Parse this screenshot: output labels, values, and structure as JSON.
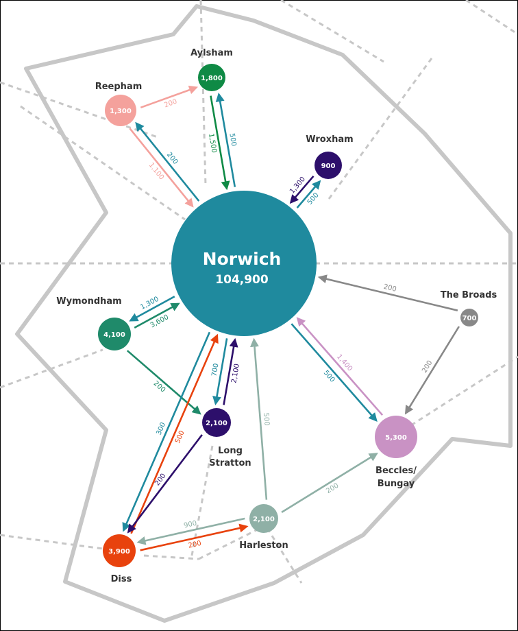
{
  "colors": {
    "norwich": "#1f8a9e",
    "reepham": "#f4a19c",
    "aylsham": "#0f8a45",
    "wroxham": "#2d0f6b",
    "wymondham": "#1f8a6a",
    "long_stratton": "#2d0f6b",
    "diss": "#e8420d",
    "harleston": "#8fb0a6",
    "beccles": "#c992c4",
    "broads": "#888888",
    "boundary": "#c7c7c7",
    "dashed": "#c7c7c7"
  },
  "hub": {
    "name": "Norwich",
    "value": "104,900"
  },
  "places": {
    "reepham": {
      "name": "Reepham",
      "value": "1,300"
    },
    "aylsham": {
      "name": "Aylsham",
      "value": "1,800"
    },
    "wroxham": {
      "name": "Wroxham",
      "value": "900"
    },
    "wymondham": {
      "name": "Wymondham",
      "value": "4,100"
    },
    "long_stratton": {
      "name": "Long\nStratton",
      "line1": "Long",
      "line2": "Stratton",
      "value": "2,100"
    },
    "diss": {
      "name": "Diss",
      "value": "3,900"
    },
    "harleston": {
      "name": "Harleston",
      "value": "2,100"
    },
    "beccles": {
      "name": "Beccles/\nBungay",
      "line1": "Beccles/",
      "line2": "Bungay",
      "value": "5,300"
    },
    "broads": {
      "name": "The Broads",
      "value": "700"
    }
  },
  "flows": [
    {
      "from": "reepham",
      "to": "aylsham",
      "label": "200",
      "color": "reepham"
    },
    {
      "from": "reepham",
      "to": "norwich",
      "label": "1,100",
      "color": "reepham"
    },
    {
      "from": "norwich",
      "to": "reepham",
      "label": "200",
      "color": "norwich"
    },
    {
      "from": "aylsham",
      "to": "norwich",
      "label": "1,500",
      "color": "aylsham"
    },
    {
      "from": "norwich",
      "to": "aylsham",
      "label": "500",
      "color": "norwich"
    },
    {
      "from": "wroxham",
      "to": "norwich",
      "label": "1,300",
      "color": "wroxham"
    },
    {
      "from": "norwich",
      "to": "wroxham",
      "label": "500",
      "color": "norwich"
    },
    {
      "from": "norwich",
      "to": "wymondham",
      "label": "1,300",
      "color": "norwich"
    },
    {
      "from": "wymondham",
      "to": "norwich",
      "label": "3,600",
      "color": "wymondham"
    },
    {
      "from": "wymondham",
      "to": "long_stratton",
      "label": "200",
      "color": "wymondham"
    },
    {
      "from": "norwich",
      "to": "long_stratton",
      "label": "700",
      "color": "norwich"
    },
    {
      "from": "long_stratton",
      "to": "norwich",
      "label": "2,100",
      "color": "long_stratton"
    },
    {
      "from": "norwich",
      "to": "diss",
      "label": "300",
      "color": "norwich"
    },
    {
      "from": "diss",
      "to": "norwich",
      "label": "500",
      "color": "diss"
    },
    {
      "from": "long_stratton",
      "to": "diss",
      "label": "200",
      "color": "long_stratton"
    },
    {
      "from": "diss",
      "to": "harleston",
      "label": "200",
      "color": "diss"
    },
    {
      "from": "harleston",
      "to": "diss",
      "label": "900",
      "color": "harleston"
    },
    {
      "from": "harleston",
      "to": "norwich",
      "label": "500",
      "color": "harleston"
    },
    {
      "from": "harleston",
      "to": "beccles",
      "label": "200",
      "color": "harleston"
    },
    {
      "from": "norwich",
      "to": "beccles",
      "label": "500",
      "color": "norwich"
    },
    {
      "from": "beccles",
      "to": "norwich",
      "label": "1,400",
      "color": "beccles"
    },
    {
      "from": "broads",
      "to": "norwich",
      "label": "200",
      "color": "broads"
    },
    {
      "from": "broads",
      "to": "beccles",
      "label": "200",
      "color": "broads"
    }
  ]
}
